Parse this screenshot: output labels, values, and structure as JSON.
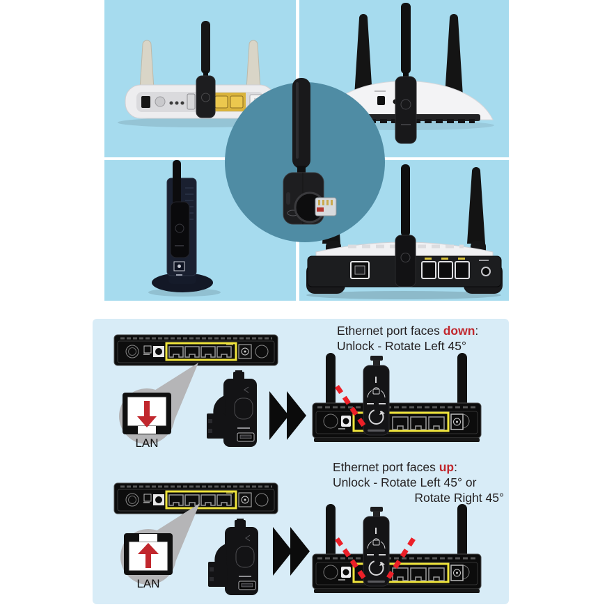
{
  "collage": {
    "background": "#a6dbee",
    "divider_color": "#ffffff",
    "spotlight_color": "#4f8ca4",
    "center_item": "usb-antenna-adapter-with-rj45-plug",
    "quadrants": [
      "white-router-two-beige-antennas-adapter-installed",
      "white-dome-router-two-black-antennas-adapter-installed",
      "vertical-standing-router-adapter-installed",
      "black-router-white-top-two-antennas-adapter-installed"
    ]
  },
  "instructions": {
    "panel_background": "#d8ecf7",
    "text_color": "#231f20",
    "keyword_color": "#c1272d",
    "dash_color": "#ec2028",
    "highlight_yellow": "#efe43c",
    "rows": [
      {
        "id": "down",
        "prefix": "Ethernet port faces ",
        "keyword": "down",
        "suffix": ":",
        "line2": "Unlock - Rotate Left 45°",
        "line3": "",
        "callout_label": "LAN"
      },
      {
        "id": "up",
        "prefix": "Ethernet port faces ",
        "keyword": "up",
        "suffix": ":",
        "line2": "Unlock - Rotate Left 45° or",
        "line3": "Rotate Right 45°",
        "callout_label": "LAN"
      }
    ]
  }
}
